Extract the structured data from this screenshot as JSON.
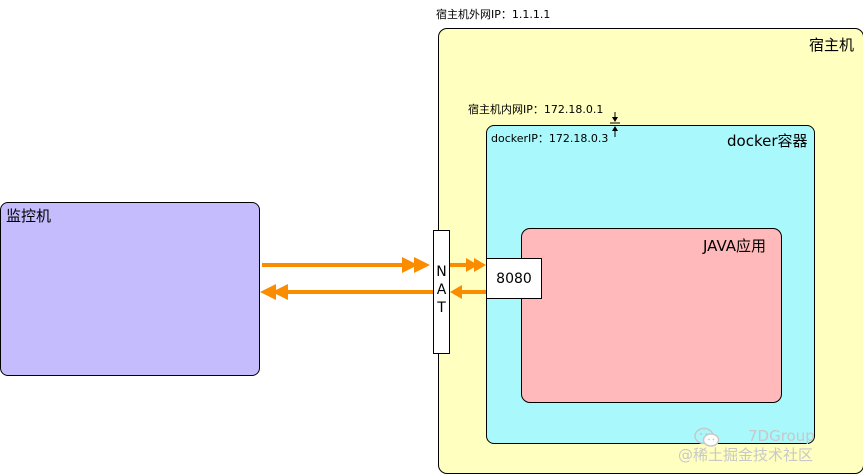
{
  "host": {
    "external_ip_label": "宿主机外网IP：1.1.1.1",
    "title": "宿主机",
    "internal_ip_label": "宿主机内网IP：172.18.0.1"
  },
  "docker": {
    "ip_label": "dockerIP：172.18.0.3",
    "title": "docker容器"
  },
  "java_app": {
    "title": "JAVA应用"
  },
  "monitor": {
    "title": "监控机"
  },
  "nat": {
    "letters": [
      "N",
      "A",
      "T"
    ]
  },
  "port": {
    "label": "8080"
  },
  "watermark": {
    "brand": "7DGroup",
    "site": "@稀土掘金技术社区",
    "icon": "wechat-icon"
  },
  "colors": {
    "host_fill": "#ffffc0",
    "docker_fill": "#a8f8fc",
    "java_fill": "#ffb9bb",
    "monitor_fill": "#c5bcfe",
    "arrow": "#fb8c00"
  }
}
